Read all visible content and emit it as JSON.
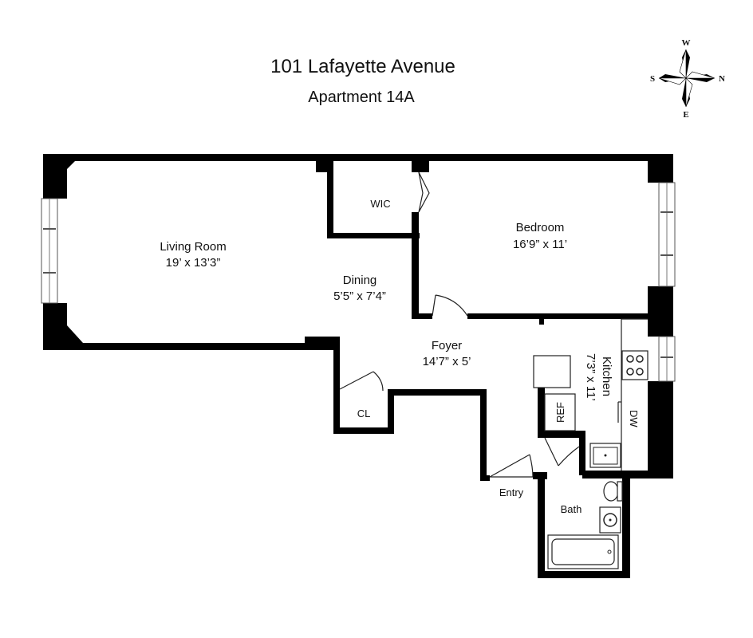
{
  "header": {
    "address": "101 Lafayette Avenue",
    "unit": "Apartment 14A"
  },
  "compass": {
    "top": "W",
    "bottom": "E",
    "left": "S",
    "right": "N"
  },
  "rooms": {
    "living": {
      "name": "Living Room",
      "size": "19’ x 13’3”"
    },
    "wic": {
      "name": "WIC"
    },
    "bedroom": {
      "name": "Bedroom",
      "size": "16’9” x 11’"
    },
    "dining": {
      "name": "Dining",
      "size": "5’5” x 7’4”"
    },
    "foyer": {
      "name": "Foyer",
      "size": "14’7” x 5’"
    },
    "kitchen": {
      "name": "Kitchen",
      "size": "7’3” x 11’"
    },
    "closet": {
      "name": "CL"
    },
    "entry": {
      "name": "Entry"
    },
    "bath": {
      "name": "Bath"
    }
  },
  "appliances": {
    "refrigerator": "REF",
    "dishwasher": "DW"
  }
}
